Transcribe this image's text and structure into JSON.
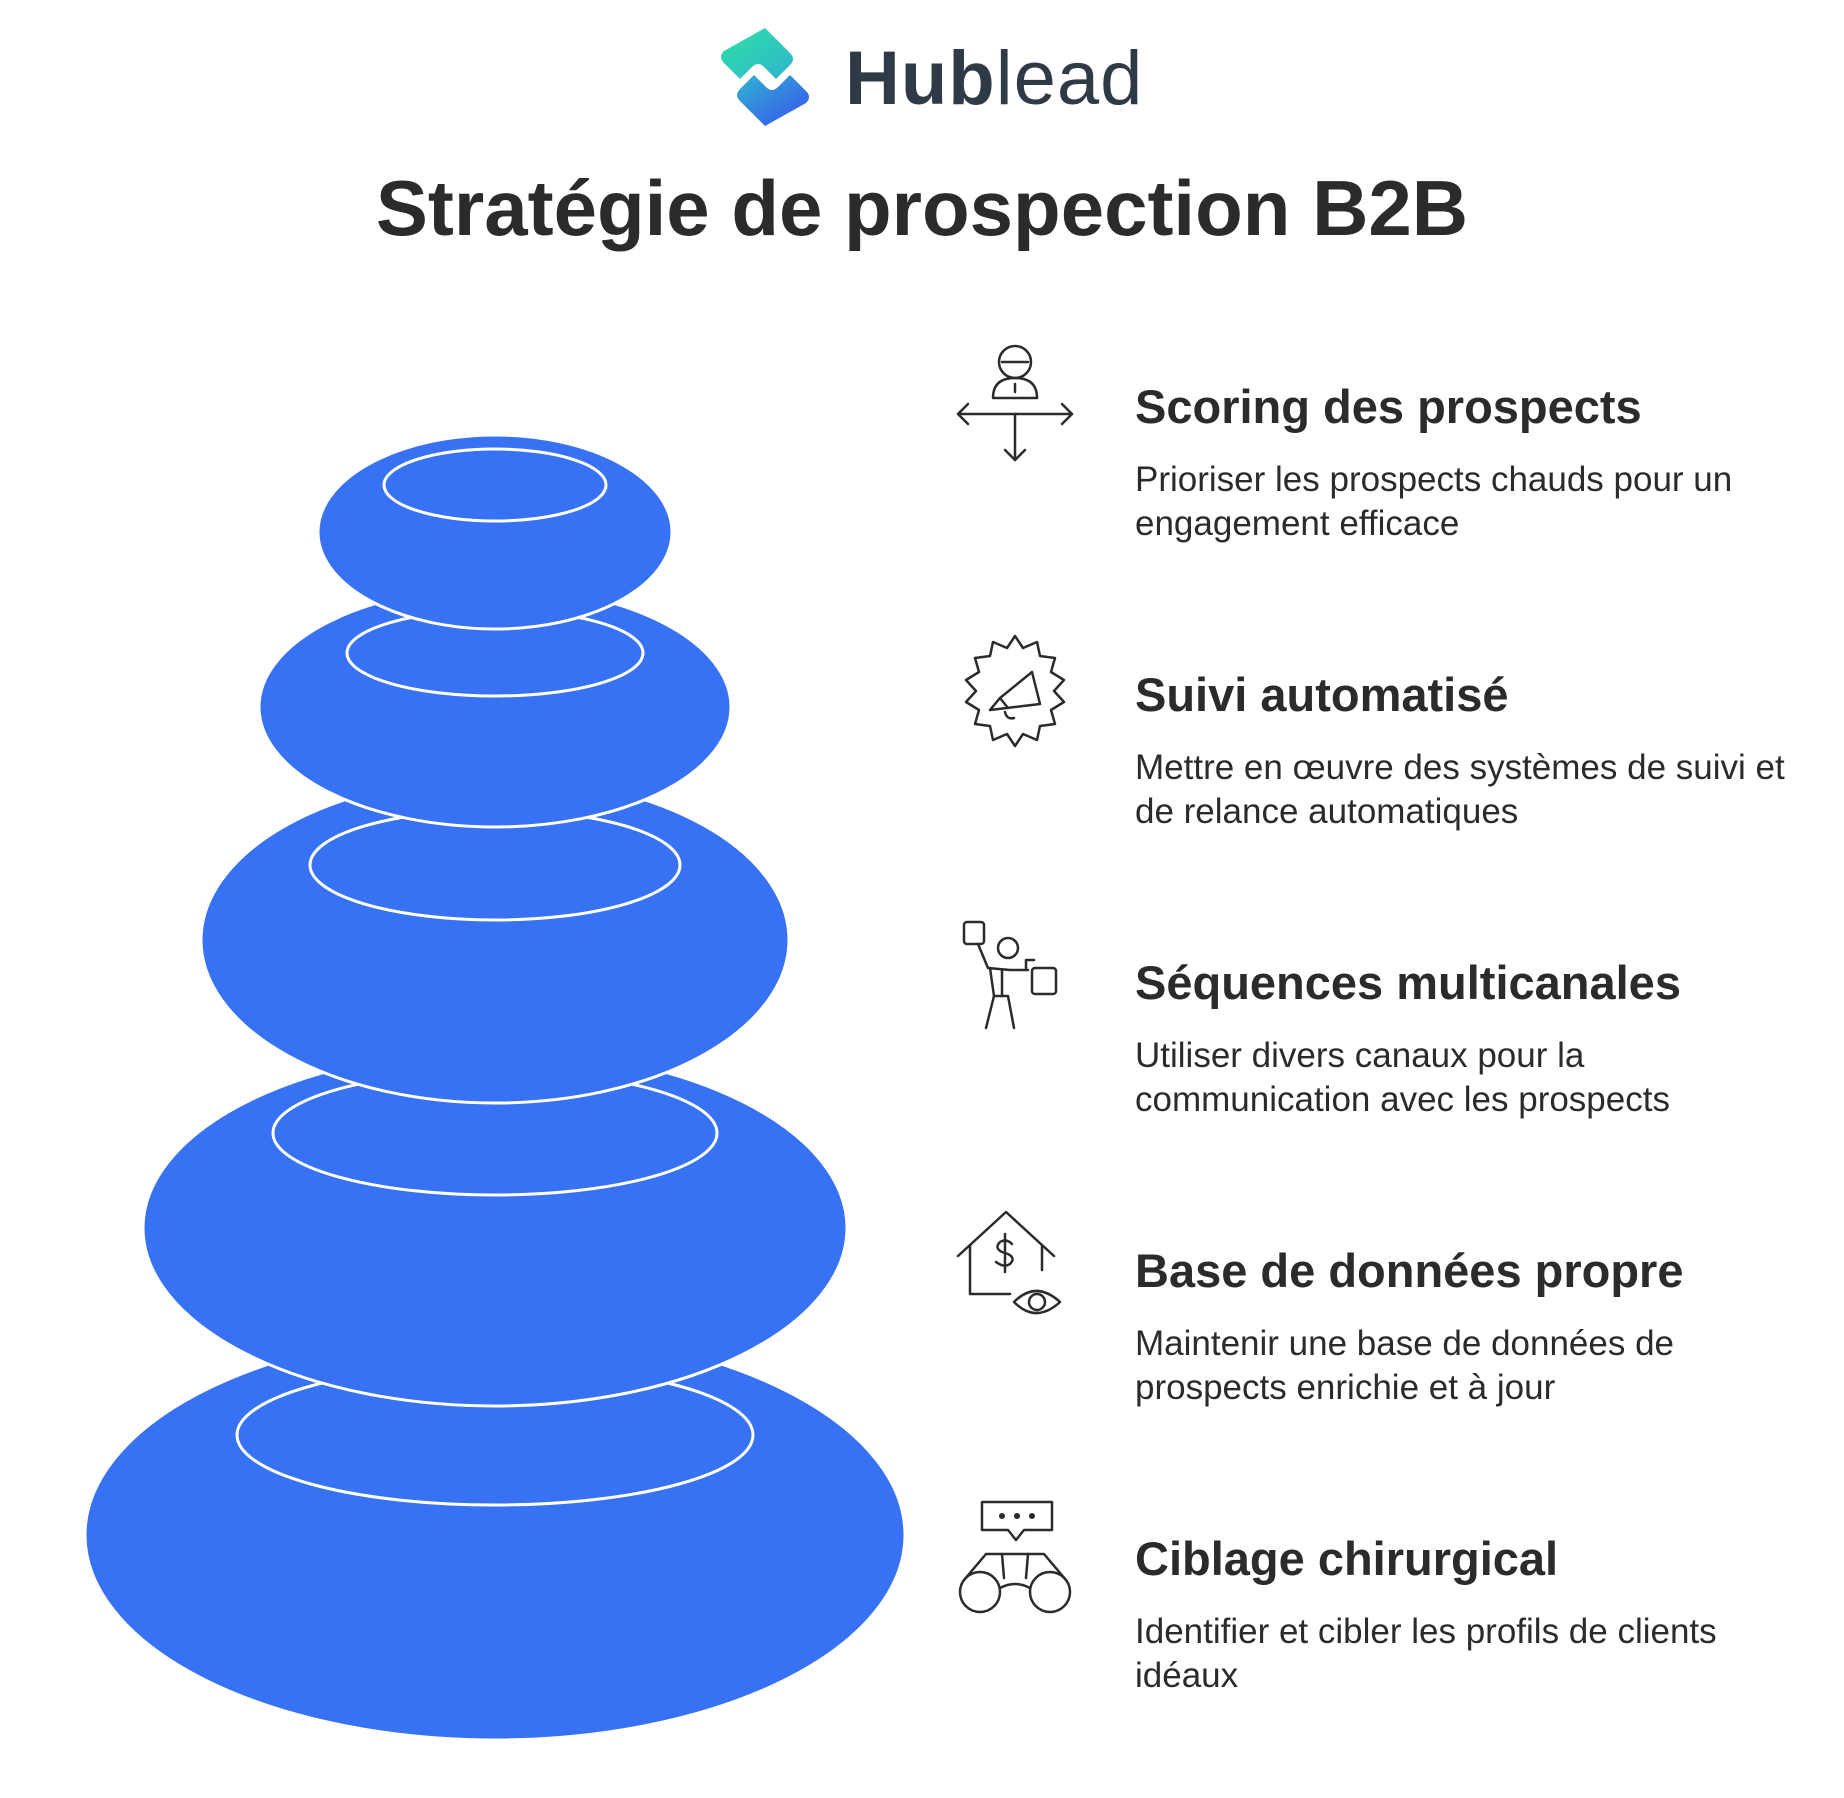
{
  "brand": {
    "name_part1": "Hub",
    "name_part2": "lead",
    "logo_icon": "hublead-logo-icon"
  },
  "title": "Stratégie de prospection B2B",
  "colors": {
    "stone_fill": "#3872f4",
    "stone_ring": "#ffffff",
    "text": "#2b2b2b",
    "brand_text": "#2f3a47",
    "logo_gradient_start": "#2de0a0",
    "logo_gradient_end": "#3a5ef0"
  },
  "steps": [
    {
      "title": "Scoring des prospects",
      "description": "Prioriser les prospects chauds pour un engagement efficace",
      "icon": "person-arrows-icon"
    },
    {
      "title": "Suivi automatisé",
      "description": "Mettre en œuvre des systèmes de suivi et de relance automatiques",
      "icon": "gear-megaphone-icon"
    },
    {
      "title": "Séquences multicanales",
      "description": "Utiliser divers canaux pour la communication avec les prospects",
      "icon": "person-juggling-channels-icon"
    },
    {
      "title": "Base de données propre",
      "description": "Maintenir une base de données de prospects enrichie et à jour",
      "icon": "house-dollar-eye-icon"
    },
    {
      "title": "Ciblage chirurgical",
      "description": "Identifier et cibler les profils de clients idéaux",
      "icon": "binoculars-chat-icon"
    }
  ]
}
